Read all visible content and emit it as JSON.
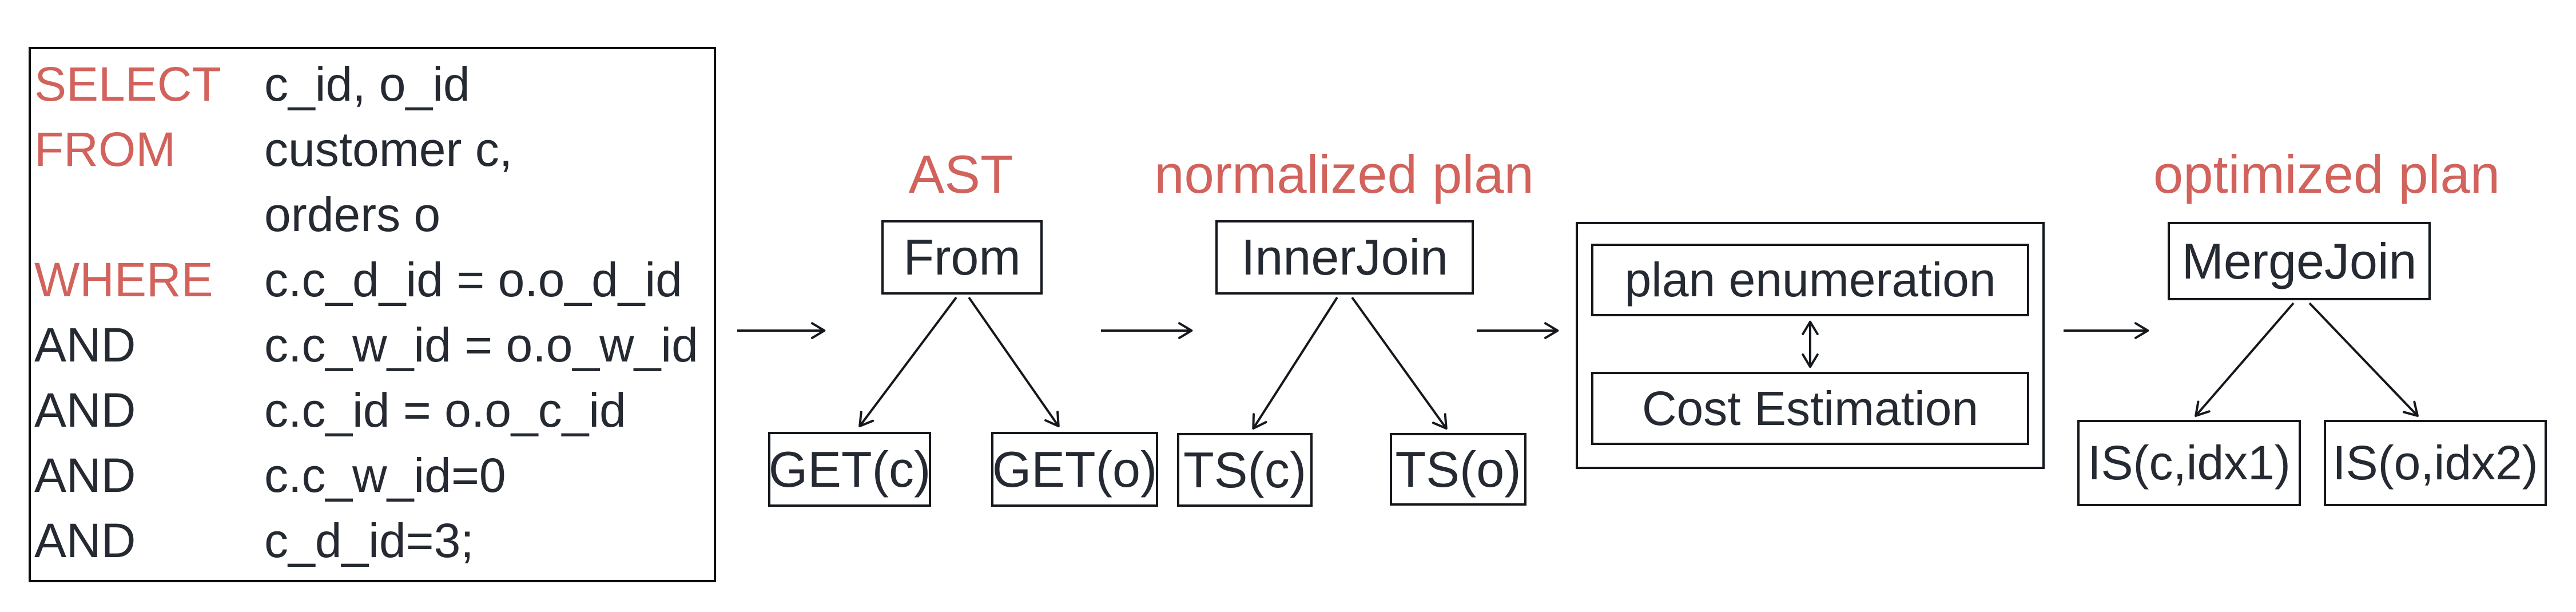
{
  "colors": {
    "accent": "#d2625c",
    "ink": "#252a32",
    "line": "#14181d",
    "background": "#ffffff"
  },
  "sql_query": {
    "rows": [
      {
        "keyword": "SELECT",
        "accent": true,
        "value": "c_id, o_id"
      },
      {
        "keyword": "FROM",
        "accent": true,
        "value": "customer c,"
      },
      {
        "keyword": "",
        "accent": false,
        "value": "orders o"
      },
      {
        "keyword": "WHERE",
        "accent": true,
        "value": "c.c_d_id = o.o_d_id"
      },
      {
        "keyword": "AND",
        "accent": false,
        "value": "c.c_w_id = o.o_w_id"
      },
      {
        "keyword": "AND",
        "accent": false,
        "value": "c.c_id = o.o_c_id"
      },
      {
        "keyword": "AND",
        "accent": false,
        "value": "c.c_w_id=0"
      },
      {
        "keyword": "AND",
        "accent": false,
        "value": "c_d_id=3;"
      }
    ]
  },
  "stages": {
    "ast": {
      "label": "AST",
      "root": "From",
      "left_child": "GET(c)",
      "right_child": "GET(o)"
    },
    "normalized": {
      "label": "normalized plan",
      "root": "InnerJoin",
      "left_child": "TS(c)",
      "right_child": "TS(o)"
    },
    "optimizer": {
      "top_box": "plan enumeration",
      "bottom_box": "Cost Estimation"
    },
    "optimized": {
      "label": "optimized plan",
      "root": "MergeJoin",
      "left_child": "IS(c,idx1)",
      "right_child": "IS(o,idx2)"
    }
  }
}
